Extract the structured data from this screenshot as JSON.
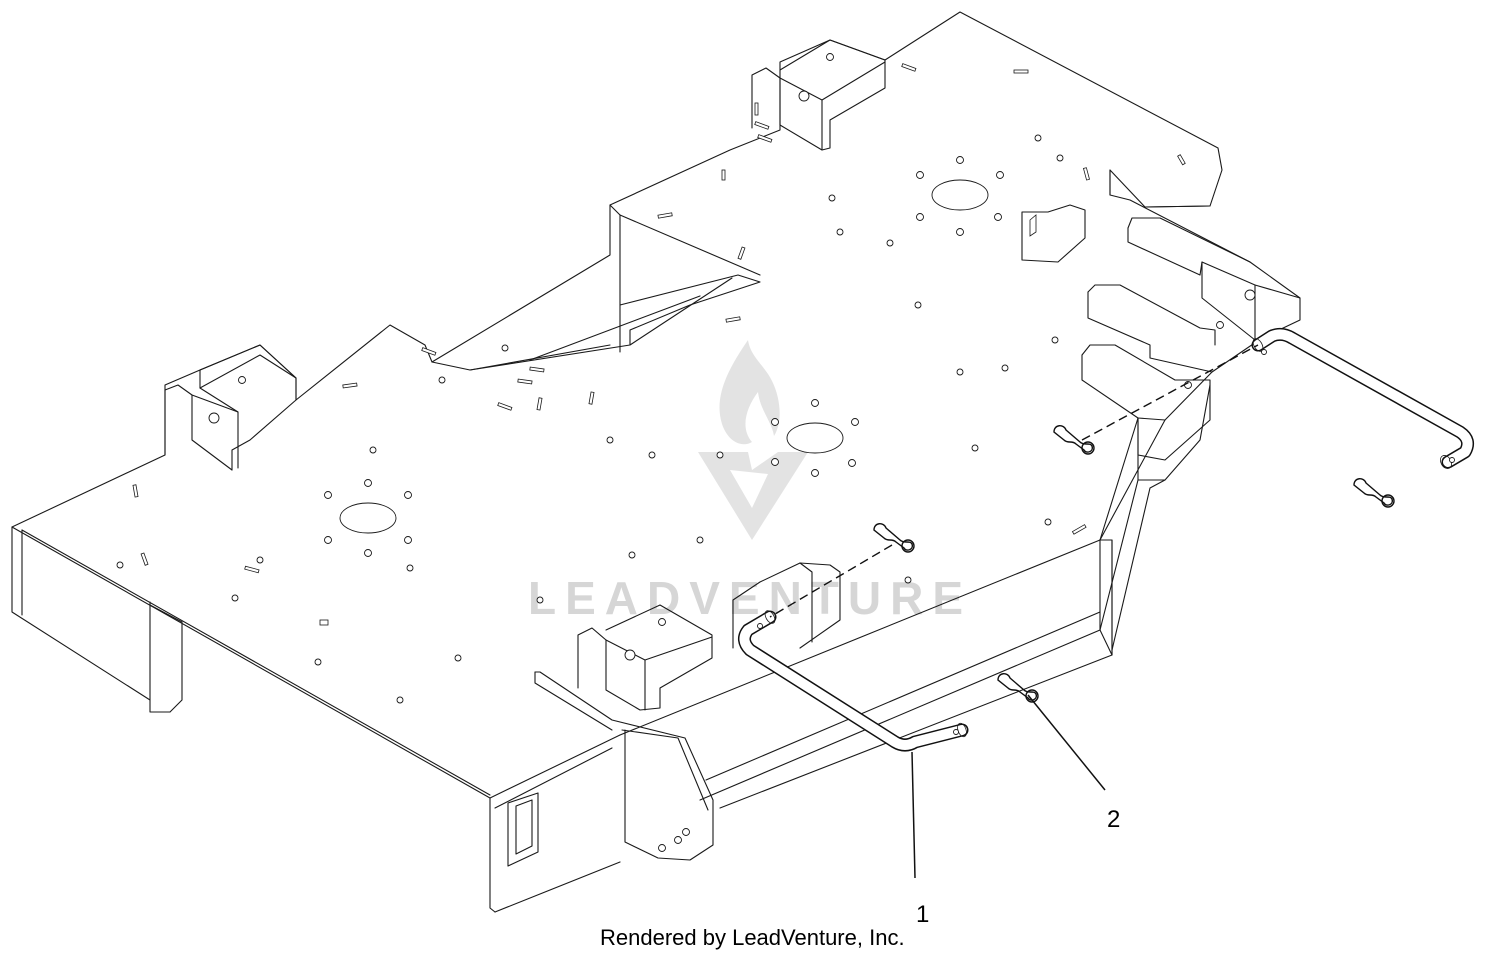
{
  "callouts": [
    {
      "label": "1"
    },
    {
      "label": "2"
    }
  ],
  "credit": "Rendered by LeadVenture, Inc.",
  "watermark": "LEADVENTURE"
}
